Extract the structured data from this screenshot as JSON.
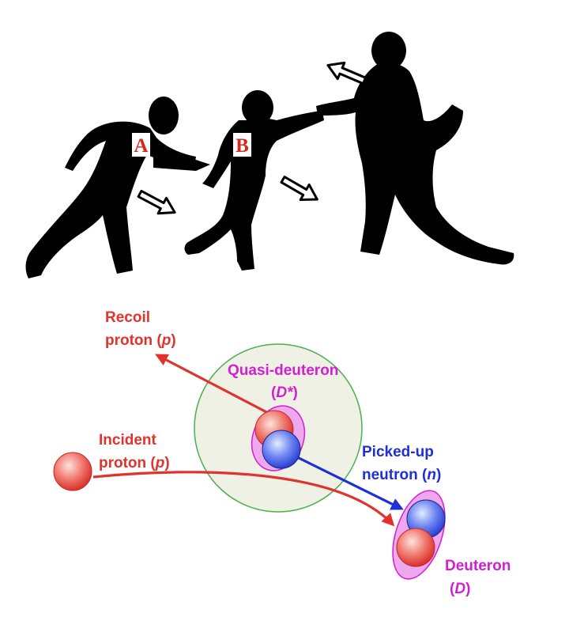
{
  "top_scene": {
    "figure_a_label": "A",
    "figure_b_label": "B",
    "colors": {
      "silhouette": "#000000",
      "letter": "#d42a1e",
      "arrow_fill": "#ffffff"
    }
  },
  "reaction": {
    "recoil": {
      "line1": "Recoil",
      "line2_pre": "proton (",
      "line2_sym": "p",
      "line2_post": ")"
    },
    "incident": {
      "line1": "Incident",
      "line2_pre": "proton (",
      "line2_sym": "p",
      "line2_post": ")"
    },
    "quasi": {
      "line1": "Quasi-deuteron",
      "line2_pre": "(",
      "line2_sym": "D*",
      "line2_post": ")"
    },
    "picked": {
      "line1": "Picked-up",
      "line2_pre": "neutron (",
      "line2_sym": "n",
      "line2_post": ")"
    },
    "deuteron": {
      "line1": "Deuteron",
      "line2_pre": "(",
      "line2_sym": "D",
      "line2_post": ")"
    },
    "colors": {
      "proton": "#e0332e",
      "neutron": "#1f2fd6",
      "deuteron": "#d21fd2",
      "nucleus_fill": "#eef1e4",
      "nucleus_stroke": "#4caf50"
    }
  }
}
